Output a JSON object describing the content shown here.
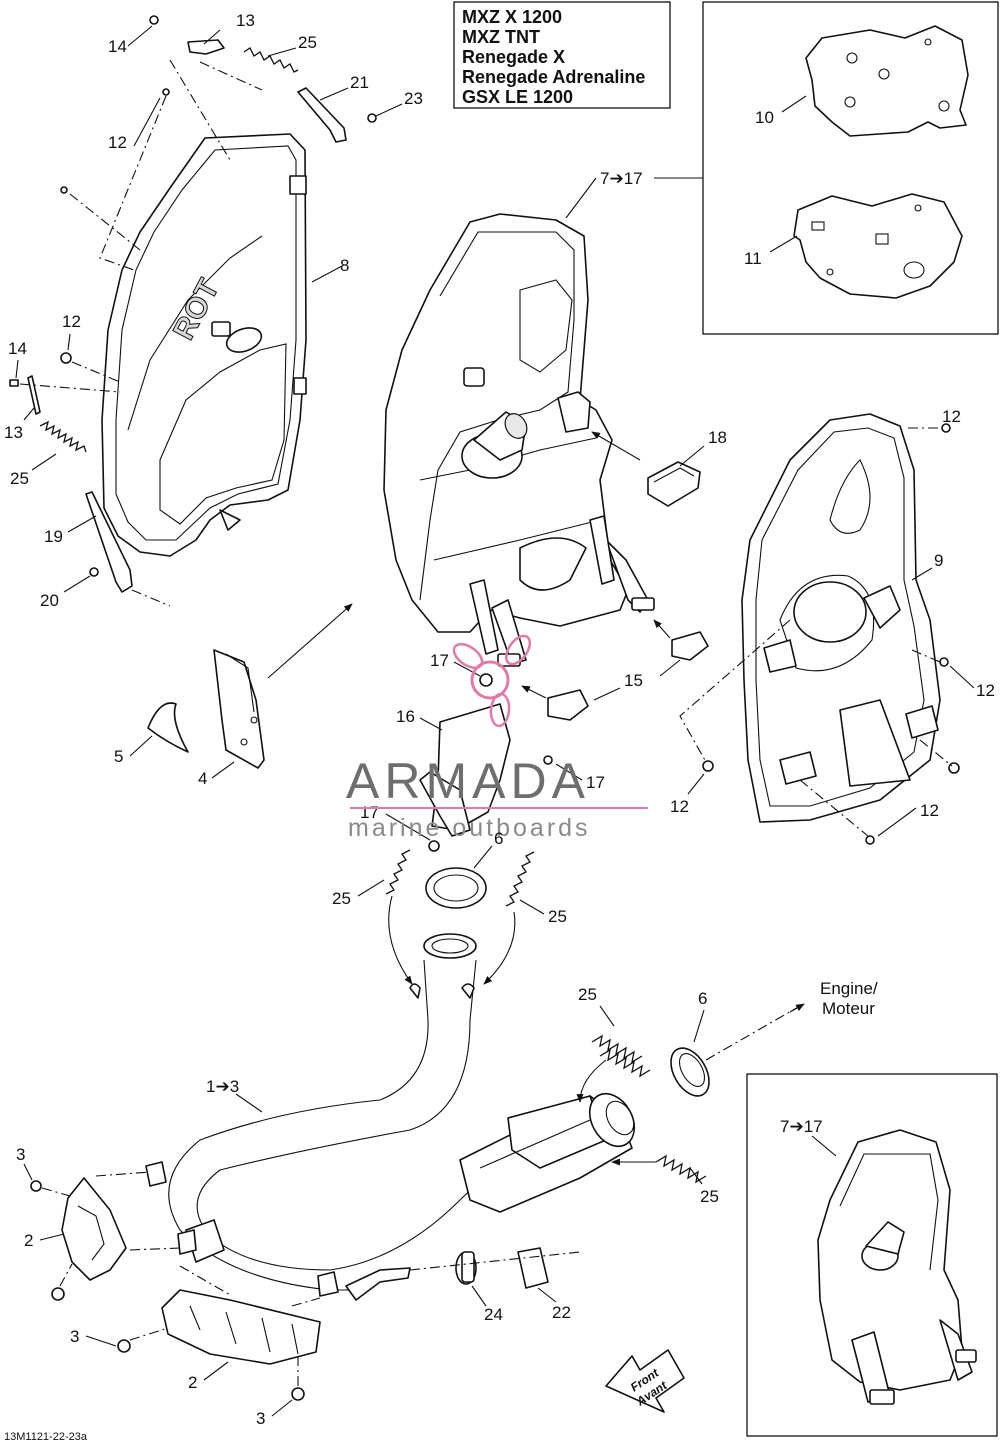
{
  "models": [
    "MXZ X 1200",
    "MXZ TNT",
    "Renegade X",
    "Renegade Adrenaline",
    "GSX LE 1200"
  ],
  "labels": {
    "p1_3": "1➔3",
    "p2": "2",
    "p3": "3",
    "p4": "4",
    "p5": "5",
    "p6": "6",
    "p7_17": "7➔17",
    "p8": "8",
    "p9": "9",
    "p10": "10",
    "p11": "11",
    "p12": "12",
    "p13": "13",
    "p14": "14",
    "p15": "15",
    "p16": "16",
    "p17": "17",
    "p18": "18",
    "p19": "19",
    "p20": "20",
    "p21": "21",
    "p22": "22",
    "p23": "23",
    "p24": "24",
    "p25": "25"
  },
  "engine_label": [
    "Engine/",
    "Moteur"
  ],
  "front_label": [
    "Front",
    "Avant"
  ],
  "cover_brand": "ROT",
  "watermark": {
    "title": "ARMADA",
    "subtitle": "marine outboards"
  },
  "figure_code": "13M1121-22-23a",
  "colors": {
    "watermark_logo": "#e07aa8",
    "watermark_line": "#e07aa8",
    "ink": "#111111"
  }
}
